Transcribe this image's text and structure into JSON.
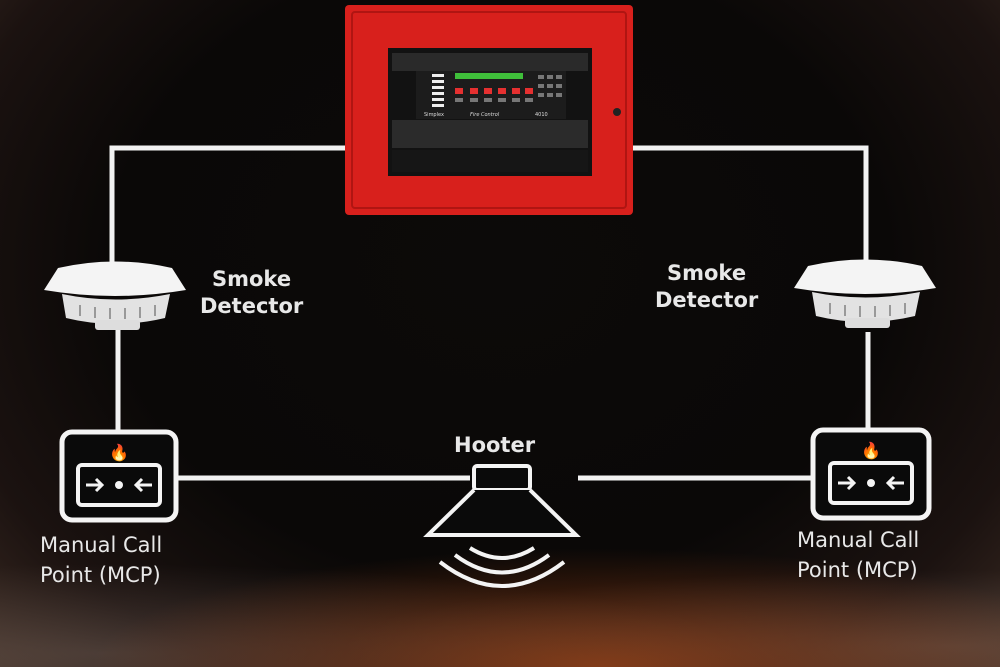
{
  "panel": {
    "brand": "Simplex",
    "label": "Fire Control",
    "model": "4010"
  },
  "devices": {
    "smoke_left": {
      "line1": "Smoke",
      "line2": "Detector"
    },
    "smoke_right": {
      "line1": "Smoke",
      "line2": "Detector"
    },
    "hooter": {
      "label": "Hooter"
    },
    "mcp_left": {
      "line1": "Manual Call",
      "line2": "Point (MCP)"
    },
    "mcp_right": {
      "line1": "Manual Call",
      "line2": "Point (MCP)"
    }
  },
  "colors": {
    "panel_red": "#d8201c",
    "wire": "#f2f2f2",
    "lcd": "#3fbf3a"
  }
}
